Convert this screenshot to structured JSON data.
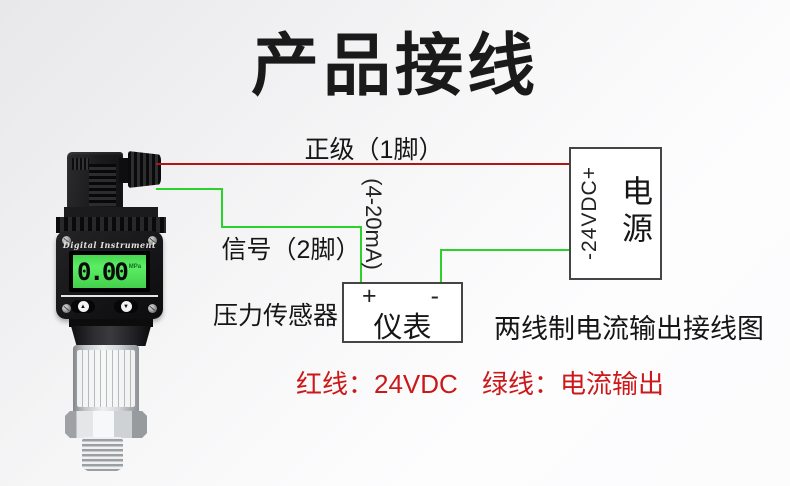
{
  "title": "产品接线",
  "device": {
    "brand": "Digital Instrument",
    "lcd_value": "0.00",
    "lcd_unit": "MPa",
    "up_glyph": "▲",
    "down_glyph": "▼"
  },
  "diagram": {
    "positive_label": "正级（1脚）",
    "signal_label": "信号（2脚）",
    "loop_label": "(4-20mA)",
    "sensor_label": "压力传感器",
    "meter": {
      "plus": "+",
      "minus": "-",
      "label": "仪表"
    },
    "power": {
      "rail": "-24VDC+",
      "label": "电源"
    },
    "caption": "两线制电流输出接线图",
    "legend": {
      "red": "红线：24VDC",
      "green": "绿线：电流输出"
    },
    "colors": {
      "red_wire": "#b41414",
      "green_wire": "#2bd22b",
      "legend_text": "#cc1818"
    }
  }
}
